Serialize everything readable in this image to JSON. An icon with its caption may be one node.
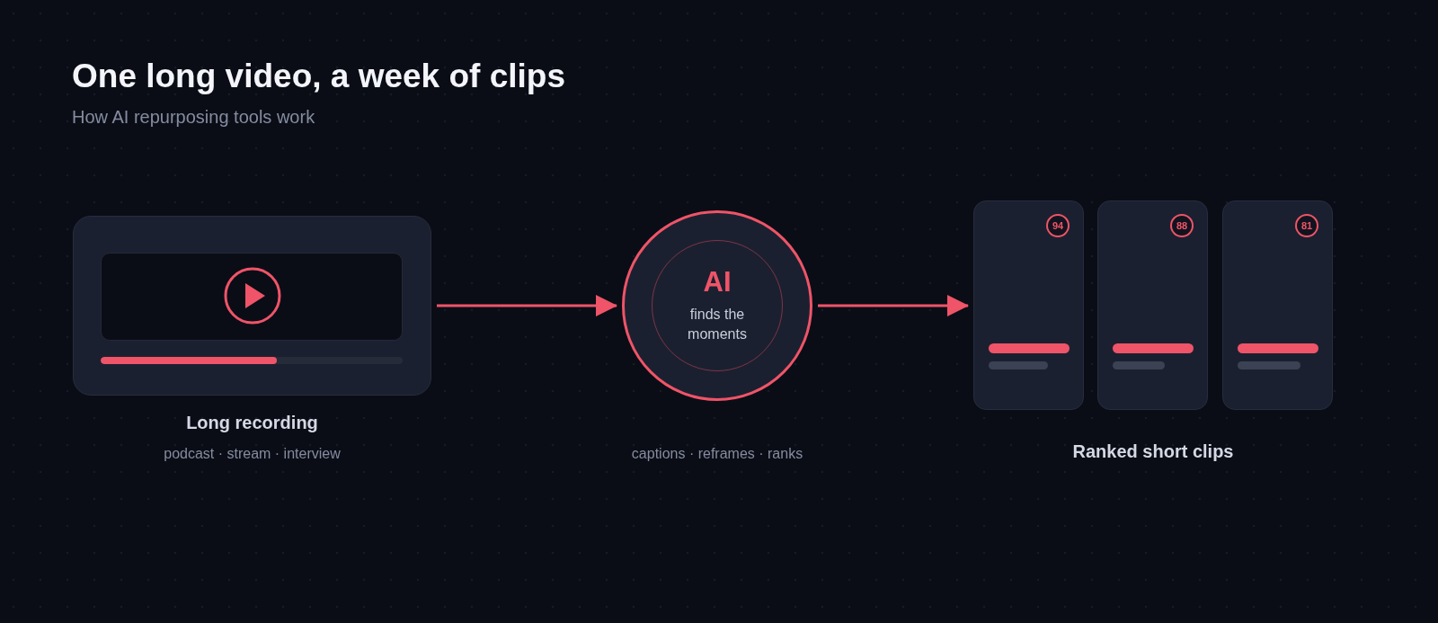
{
  "diagram": {
    "title": "One long video, a week of clips",
    "nodes": [
      {
        "text": [
          "Long recording",
          "podcast · stream · interview"
        ]
      },
      {
        "text": [
          "AI",
          "finds the moments"
        ],
        "beside": [
          "captions · reframes · ranks"
        ]
      },
      {
        "text": [
          "94"
        ]
      },
      {
        "text": [
          "88"
        ]
      },
      {
        "text": [
          "81"
        ]
      }
    ],
    "edges": [
      {
        "from": 0,
        "to": 1,
        "arrow": "to"
      },
      {
        "from": 1,
        "to": 2,
        "arrow": "to"
      }
    ],
    "labels": [
      "How AI repurposing tools work",
      "Ranked short clips"
    ]
  }
}
